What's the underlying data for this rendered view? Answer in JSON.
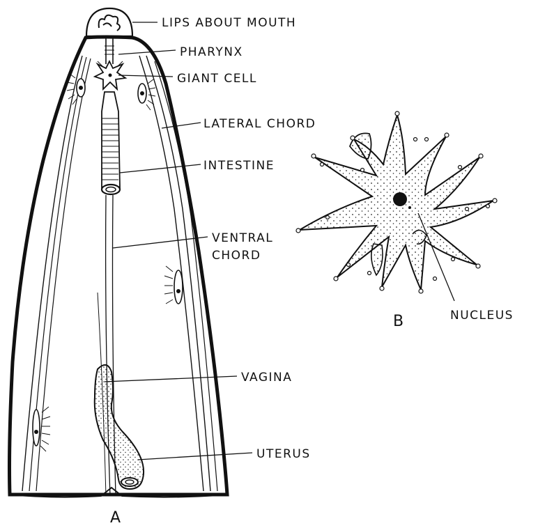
{
  "figure_a": {
    "caption": "A",
    "labels": {
      "lips": "LIPS ABOUT MOUTH",
      "pharynx": "PHARYNX",
      "giant_cell": "GIANT CELL",
      "lateral_chord": "LATERAL CHORD",
      "intestine": "INTESTINE",
      "ventral_chord_1": "VENTRAL",
      "ventral_chord_2": "CHORD",
      "vagina": "VAGINA",
      "uterus": "UTERUS"
    }
  },
  "figure_b": {
    "caption": "B",
    "labels": {
      "nucleus": "NUCLEUS"
    }
  }
}
